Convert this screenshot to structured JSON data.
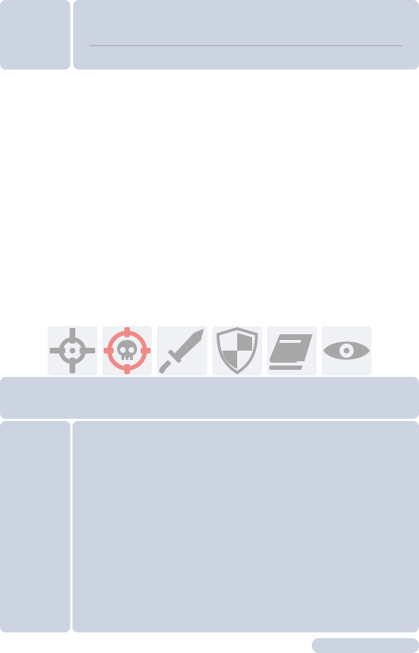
{
  "actions": [
    {
      "name": "target",
      "icon": "crosshair-icon",
      "color": "#a7a7a7"
    },
    {
      "name": "kill",
      "icon": "skull-crosshair-icon",
      "color": "#f08a86"
    },
    {
      "name": "attack",
      "icon": "sword-icon",
      "color": "#a7a7a7"
    },
    {
      "name": "defend",
      "icon": "shield-icon",
      "color": "#a7a7a7"
    },
    {
      "name": "spellbook",
      "icon": "book-icon",
      "color": "#a7a7a7"
    },
    {
      "name": "look",
      "icon": "eye-icon",
      "color": "#a7a7a7"
    }
  ],
  "colors": {
    "panel": "#cdd4e1",
    "button": "#eff1f5",
    "icon": "#a7a7a7",
    "icon_alert": "#f08a86"
  }
}
